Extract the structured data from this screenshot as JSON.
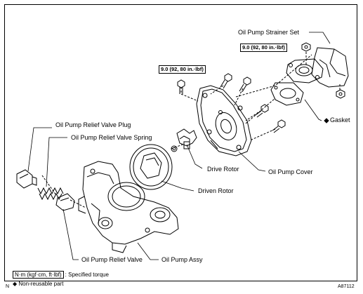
{
  "labels": {
    "strainer_set": "Oil Pump Strainer Set",
    "gasket": "Gasket",
    "relief_plug": "Oil Pump Relief Valve Plug",
    "relief_spring": "Oil Pump Relief Valve Spring",
    "drive_rotor": "Drive Rotor",
    "driven_rotor": "Driven Rotor",
    "pump_cover": "Oil Pump Cover",
    "relief_valve": "Oil Pump Relief Valve",
    "pump_assy": "Oil Pump Assy"
  },
  "torque": {
    "strainer_bolt": "9.0 (92, 80 in.·lbf)",
    "cover_bolt": "9.0 (92, 80 in.·lbf)"
  },
  "legend": {
    "unit_box": "N·m (kgf·cm, ft·lbf)",
    "unit_desc": ": Specified torque",
    "diamond": "◆",
    "nonreusable": "Non-reusable part",
    "gasket_marker": "◆"
  },
  "corner": {
    "left": "N",
    "right": "A87112"
  }
}
